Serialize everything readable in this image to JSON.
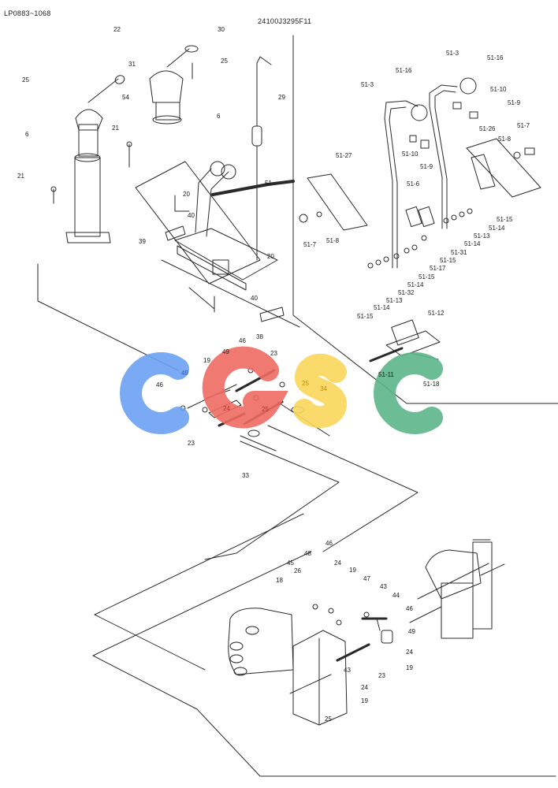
{
  "header": {
    "serial_range": "LP0883~1068",
    "drawing_number": "24100J3295F11"
  },
  "watermark": {
    "letters": "CGSC",
    "colors": [
      "#6aa1f2",
      "#ee6b62",
      "#f8d65a",
      "#5cb58b"
    ]
  },
  "callouts": [
    {
      "id": "c22",
      "text": "22"
    },
    {
      "id": "c30",
      "text": "30"
    },
    {
      "id": "c31",
      "text": "31"
    },
    {
      "id": "c25a",
      "text": "25"
    },
    {
      "id": "c25b",
      "text": "25"
    },
    {
      "id": "c54",
      "text": "54"
    },
    {
      "id": "c21a",
      "text": "21"
    },
    {
      "id": "c6a",
      "text": "6"
    },
    {
      "id": "c6b",
      "text": "6"
    },
    {
      "id": "c29",
      "text": "29"
    },
    {
      "id": "c21b",
      "text": "21"
    },
    {
      "id": "c20a",
      "text": "20"
    },
    {
      "id": "c40a",
      "text": "40"
    },
    {
      "id": "c39",
      "text": "39"
    },
    {
      "id": "c51",
      "text": "51"
    },
    {
      "id": "c20b",
      "text": "20"
    },
    {
      "id": "c40b",
      "text": "40"
    },
    {
      "id": "c38",
      "text": "38"
    },
    {
      "id": "c51_3a",
      "text": "51-3"
    },
    {
      "id": "c51_16a",
      "text": "51-16"
    },
    {
      "id": "c51_3b",
      "text": "51-3"
    },
    {
      "id": "c51_16b",
      "text": "51-16"
    },
    {
      "id": "c51_10a",
      "text": "51-10"
    },
    {
      "id": "c51_9a",
      "text": "51-9"
    },
    {
      "id": "c51_26",
      "text": "51-26"
    },
    {
      "id": "c51_7a",
      "text": "51-7"
    },
    {
      "id": "c51_8a",
      "text": "51-8"
    },
    {
      "id": "c51_10b",
      "text": "51-10"
    },
    {
      "id": "c51_9b",
      "text": "51-9"
    },
    {
      "id": "c51_27",
      "text": "51-27"
    },
    {
      "id": "c51_6",
      "text": "51-6"
    },
    {
      "id": "c51_7b",
      "text": "51-7"
    },
    {
      "id": "c51_8b",
      "text": "51-8"
    },
    {
      "id": "c51_15a",
      "text": "51-15"
    },
    {
      "id": "c51_14a",
      "text": "51-14"
    },
    {
      "id": "c51_13a",
      "text": "51-13"
    },
    {
      "id": "c51_14b",
      "text": "51-14"
    },
    {
      "id": "c51_31",
      "text": "51-31"
    },
    {
      "id": "c51_15b",
      "text": "51-15"
    },
    {
      "id": "c51_17",
      "text": "51-17"
    },
    {
      "id": "c51_15c",
      "text": "51-15"
    },
    {
      "id": "c51_14c",
      "text": "51-14"
    },
    {
      "id": "c51_32",
      "text": "51-32"
    },
    {
      "id": "c51_13b",
      "text": "51-13"
    },
    {
      "id": "c51_14d",
      "text": "51-14"
    },
    {
      "id": "c51_15d",
      "text": "51-15"
    },
    {
      "id": "c51_12",
      "text": "51-12"
    },
    {
      "id": "c51_11",
      "text": "51-11"
    },
    {
      "id": "c51_18",
      "text": "51-18"
    },
    {
      "id": "c46a",
      "text": "46"
    },
    {
      "id": "c49a",
      "text": "49"
    },
    {
      "id": "c23a",
      "text": "23"
    },
    {
      "id": "c19a",
      "text": "19"
    },
    {
      "id": "c49b",
      "text": "49"
    },
    {
      "id": "c46b",
      "text": "46"
    },
    {
      "id": "c25c",
      "text": "25"
    },
    {
      "id": "c34",
      "text": "34"
    },
    {
      "id": "c24a",
      "text": "24"
    },
    {
      "id": "c25d",
      "text": "25"
    },
    {
      "id": "c23b",
      "text": "23"
    },
    {
      "id": "c33",
      "text": "33"
    },
    {
      "id": "c48",
      "text": "48"
    },
    {
      "id": "c46c",
      "text": "46"
    },
    {
      "id": "c26",
      "text": "26"
    },
    {
      "id": "c45",
      "text": "45"
    },
    {
      "id": "c24b",
      "text": "24"
    },
    {
      "id": "c19b",
      "text": "19"
    },
    {
      "id": "c18",
      "text": "18"
    },
    {
      "id": "c47",
      "text": "47"
    },
    {
      "id": "c43a",
      "text": "43"
    },
    {
      "id": "c44",
      "text": "44"
    },
    {
      "id": "c46d",
      "text": "46"
    },
    {
      "id": "c49c",
      "text": "49"
    },
    {
      "id": "c24c",
      "text": "24"
    },
    {
      "id": "c23c",
      "text": "23"
    },
    {
      "id": "c19c",
      "text": "19"
    },
    {
      "id": "c43b",
      "text": "43"
    },
    {
      "id": "c24d",
      "text": "24"
    },
    {
      "id": "c19d",
      "text": "19"
    },
    {
      "id": "c25e",
      "text": "25"
    }
  ]
}
